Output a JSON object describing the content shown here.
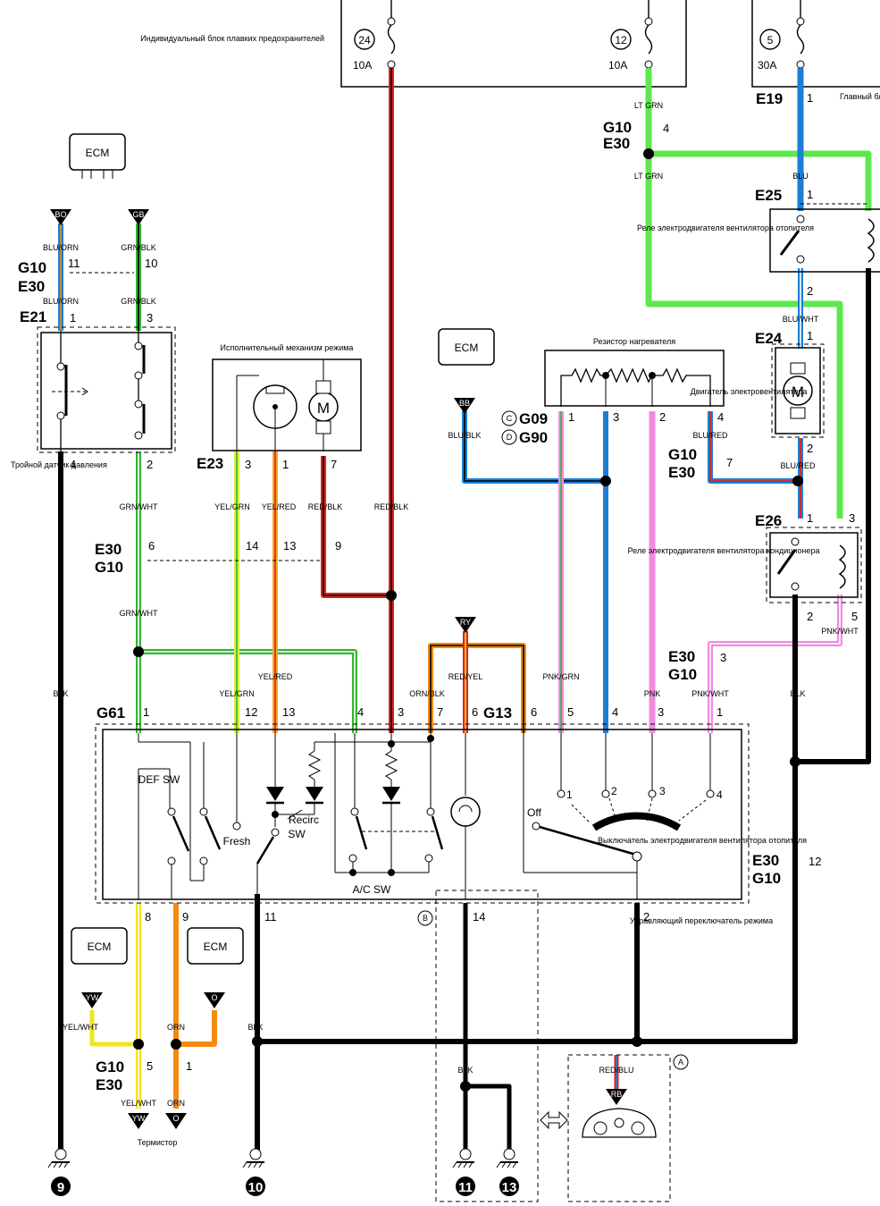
{
  "fuses": [
    {
      "num": "24",
      "amp": "10A"
    },
    {
      "num": "12",
      "amp": "10A"
    },
    {
      "num": "5",
      "amp": "30A"
    }
  ],
  "blocks": {
    "individual_fuse_block": "Индивидуальный блок плавких предохранителей",
    "main_fuse_block": "Главный блок предохранителей",
    "mode_actuator": "Исполнительный механизм режима",
    "heater_resistor": "Резистор нагревателя",
    "heater_fan_relay": "Реле электродвигателя вентилятора отопителя",
    "ac_fan_relay": "Реле электродвигателя вентилятора кондиционера",
    "heater_motor": "Двигатель электровентилятора",
    "triple_pressure_sensor": "Тройной датчик давления",
    "fan_switch": "Выключатель электродвигателя вентилятора отопителя",
    "mode_control": "Управляющий переключатель режима",
    "thermistor": "Термистор"
  },
  "ecm_label": "ECM",
  "connectors": {
    "G10": "G10",
    "E30": "E30",
    "E21": "E21",
    "E23": "E23",
    "E19": "E19",
    "E25": "E25",
    "E24": "E24",
    "E26": "E26",
    "G61": "G61",
    "G13": "G13",
    "G09": "G09",
    "G90": "G90",
    "circle_c": "C",
    "circle_d": "D"
  },
  "wires": {
    "blu_orn": "BLU/ORN",
    "grn_blk": "GRN/BLK",
    "grn_wht": "GRN/WHT",
    "yel_grn": "YEL/GRN",
    "yel_red": "YEL/RED",
    "red_blk": "RED/BLK",
    "lt_grn": "LT GRN",
    "blu": "BLU",
    "blu_wht": "BLU/WHT",
    "blu_red": "BLU/RED",
    "blu_blk": "BLU/BLK",
    "pnk_grn": "PNK/GRN",
    "pnk": "PNK",
    "pnk_wht": "PNK/WHT",
    "orn_blk": "ORN/BLK",
    "red_yel": "RED/YEL",
    "blk": "BLK",
    "yel_wht": "YEL/WHT",
    "orn": "ORN",
    "red_blu": "RED/BLU"
  },
  "tags": {
    "bo": "BO",
    "gb": "GB",
    "bb": "BB",
    "ry": "RY",
    "yw": "YW",
    "o": "O",
    "rb": "RB"
  },
  "switch_labels": {
    "def": "DEF SW",
    "fresh": "Fresh",
    "recirc": "Recirc",
    "sw": "SW",
    "ac": "A/C SW",
    "off": "Off"
  },
  "pins": {
    "p1": "1",
    "p2": "2",
    "p3": "3",
    "p4": "4",
    "p5": "5",
    "p6": "6",
    "p7": "7",
    "p8": "8",
    "p9": "9",
    "p10": "10",
    "p11": "11",
    "p12": "12",
    "p13": "13",
    "p14": "14"
  },
  "grounds": [
    "9",
    "10",
    "11",
    "13"
  ],
  "markers": {
    "a": "A",
    "b": "B"
  },
  "motor_symbol": "M",
  "colors": {
    "red": "#e0211b",
    "green": "#36b236",
    "lt_green": "#5ee84d",
    "blue": "#1c7ed6",
    "pink": "#f08be0",
    "yellow": "#f3e31c",
    "orange": "#f58a12",
    "black": "#000000",
    "yel_grn_stripe": "#d9f03c",
    "white_stripe": "#ffffff"
  }
}
